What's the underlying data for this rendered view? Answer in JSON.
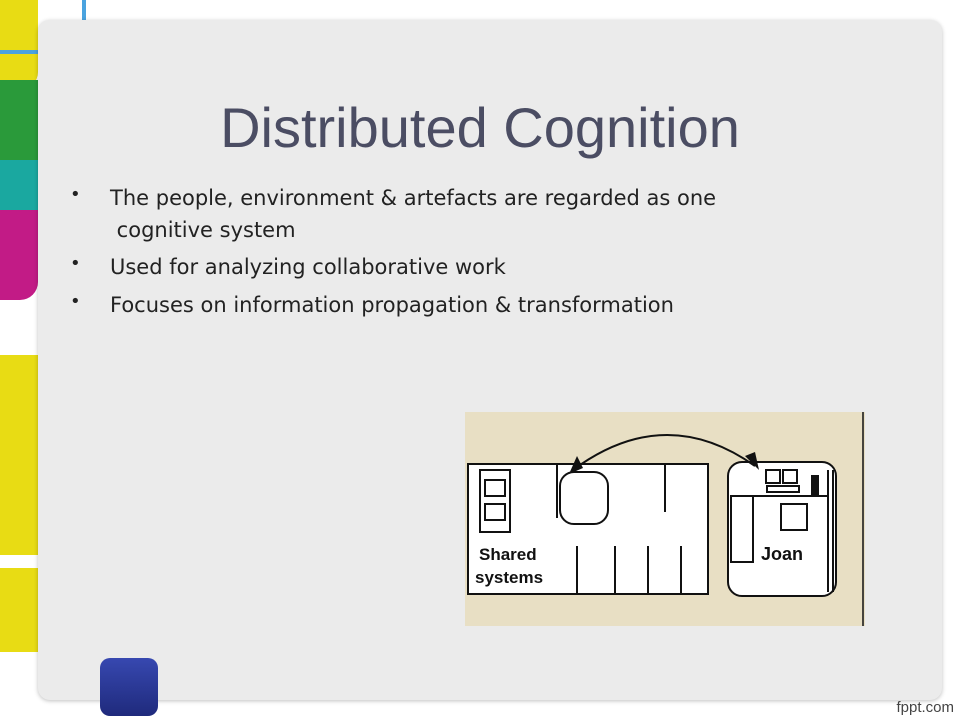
{
  "slide": {
    "title": "Distributed Cognition",
    "bullets": [
      {
        "line1": "The people, environment & artefacts are regarded as one",
        "line2": " cognitive system"
      },
      {
        "line1": "Used for analyzing collaborative work"
      },
      {
        "line1": "Focuses on information propagation & transformation"
      }
    ],
    "bullet_symbol": "•"
  },
  "diagram": {
    "label_shared_line1": "Shared",
    "label_shared_line2": "systems",
    "label_person": "Joan"
  },
  "watermark": "fppt.com",
  "colors": {
    "panel": "#ebebeb",
    "title": "#4b4d63",
    "yellow": "#e8dc14",
    "green": "#2a9a3a",
    "teal": "#1aa8a0",
    "magenta": "#c21b86",
    "blue": "#2b3a9b",
    "light_blue_outline": "#4aa3df",
    "diagram_bg": "#e8dfc4"
  }
}
